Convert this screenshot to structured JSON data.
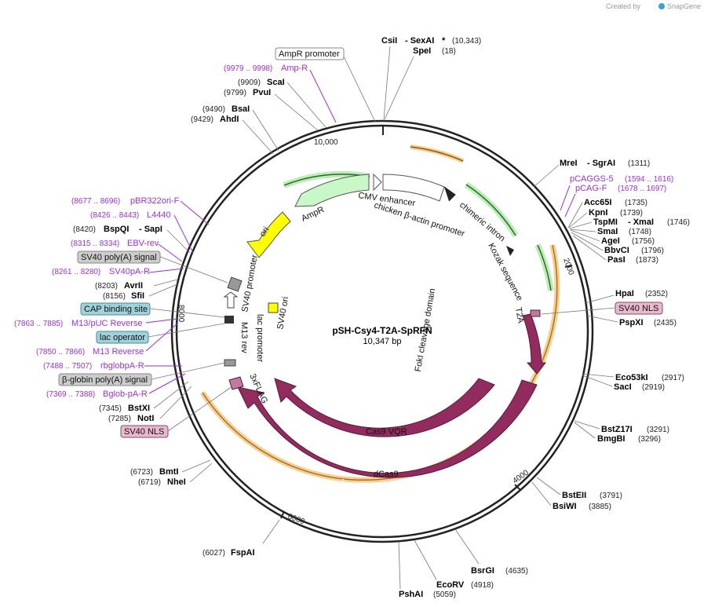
{
  "watermark": {
    "created_by": "Created by",
    "brand": "SnapGene"
  },
  "center": {
    "name": "pSH-Csy4-T2A-SpRFN",
    "length": "10,347 bp"
  },
  "ticks": [
    "10,000",
    "2000",
    "4000",
    "6000",
    "8000"
  ],
  "colors": {
    "backbone": "#222222",
    "cds": "#922b5e",
    "cds_light": "#c07aa0",
    "amp": "#c8f7c8",
    "ori": "#ffff00",
    "promoter": "#ffffff",
    "orange_track": "#f0a83a",
    "green_track": "#3a8a2a",
    "primer": "#9b30d9",
    "box_gray": "#cccccc",
    "box_teal": "#a0d2dc",
    "box_pink": "#e8b8cc"
  },
  "left_labels": [
    {
      "num": "(9909)",
      "name": "ScaI"
    },
    {
      "num": "(9799)",
      "name": "PvuI"
    },
    {
      "num": "(9490)",
      "name": "BsaI"
    },
    {
      "num": "(9429)",
      "name": "AhdI"
    },
    {
      "num": "(8420)",
      "name": "BspQI",
      "name2": "- SapI"
    },
    {
      "num": "(8203)",
      "name": "AvrII"
    },
    {
      "num": "(8156)",
      "name": "SfiI"
    },
    {
      "num": "(7345)",
      "name": "BstXI"
    },
    {
      "num": "(7285)",
      "name": "NotI"
    },
    {
      "num": "(6723)",
      "name": "BmtI"
    },
    {
      "num": "(6719)",
      "name": "NheI"
    },
    {
      "num": "(6027)",
      "name": "FspAI"
    }
  ],
  "left_primers": [
    {
      "range": "(9979 .. 9998)",
      "name": "Amp-R"
    },
    {
      "range": "(8677 .. 8696)",
      "name": "pBR322ori-F"
    },
    {
      "range": "(8426 .. 8443)",
      "name": "L4440"
    },
    {
      "range": "(8315 .. 8334)",
      "name": "EBV-rev"
    },
    {
      "range": "(8261 .. 8280)",
      "name": "SV40pA-R"
    },
    {
      "range": "(7863 .. 7885)",
      "name": "M13/pUC Reverse"
    },
    {
      "range": "(7850 .. 7866)",
      "name": "M13 Reverse"
    },
    {
      "range": "(7488 .. 7507)",
      "name": "rbglobpA-R"
    },
    {
      "range": "(7369 .. 7388)",
      "name": "Bglob-pA-R"
    }
  ],
  "left_boxes": [
    {
      "name": "AmpR promoter"
    },
    {
      "name": "SV40 poly(A) signal"
    },
    {
      "name": "CAP binding site"
    },
    {
      "name": "lac operator"
    },
    {
      "name": "β-globin poly(A) signal"
    },
    {
      "name": "SV40 NLS"
    }
  ],
  "top_labels": [
    {
      "name": "CsiI",
      "name2": "- SexAI",
      "star": "*",
      "num": "(10,343)"
    },
    {
      "name": "SpeI",
      "num": "(18)"
    }
  ],
  "right_labels": [
    {
      "name": "MreI",
      "name2": "- SgrAI",
      "num": "(1311)"
    },
    {
      "name": "Acc65I",
      "num": "(1735)"
    },
    {
      "name": "KpnI",
      "num": "(1739)"
    },
    {
      "name": "TspMI",
      "name2": "- XmaI",
      "num": "(1746)"
    },
    {
      "name": "SmaI",
      "num": "(1748)"
    },
    {
      "name": "AgeI",
      "num": "(1756)"
    },
    {
      "name": "BbvCI",
      "num": "(1796)"
    },
    {
      "name": "PasI",
      "num": "(1873)"
    },
    {
      "name": "HpaI",
      "num": "(2352)"
    },
    {
      "name": "PspXI",
      "num": "(2435)"
    },
    {
      "name": "Eco53kI",
      "num": "(2917)"
    },
    {
      "name": "SacI",
      "num": "(2919)"
    },
    {
      "name": "BstZ17I",
      "num": "(3291)"
    },
    {
      "name": "BmgBI",
      "num": "(3296)"
    },
    {
      "name": "BstEII",
      "num": "(3791)"
    },
    {
      "name": "BsiWI",
      "num": "(3885)"
    }
  ],
  "right_primers": [
    {
      "name": "pCAGGS-5",
      "range": "(1594 .. 1616)"
    },
    {
      "name": "pCAG-F",
      "range": "(1678 .. 1697)"
    }
  ],
  "right_boxes": [
    {
      "name": "SV40 NLS"
    }
  ],
  "bottom_labels": [
    {
      "name": "BsrGI",
      "num": "(4635)"
    },
    {
      "name": "EcoRV",
      "num": "(4918)"
    },
    {
      "name": "PshAI",
      "num": "(5059)"
    }
  ],
  "features": {
    "cmv": "CMV enhancer",
    "cba": "chicken β-actin promoter",
    "chimeric": "chimeric intron",
    "kozak": "Kozak sequence",
    "t2a": "T2A",
    "foki": "FokI cleavage domain",
    "cas9vqr": "Cas9 VQR",
    "dcas9": "dCas9",
    "flag": "3xFLAG",
    "ampr": "AmpR",
    "ori": "ori",
    "sv40prom": "SV40 promoter",
    "sv40ori": "SV40 ori",
    "lac": "lac promoter",
    "m13": "M13 rev"
  }
}
